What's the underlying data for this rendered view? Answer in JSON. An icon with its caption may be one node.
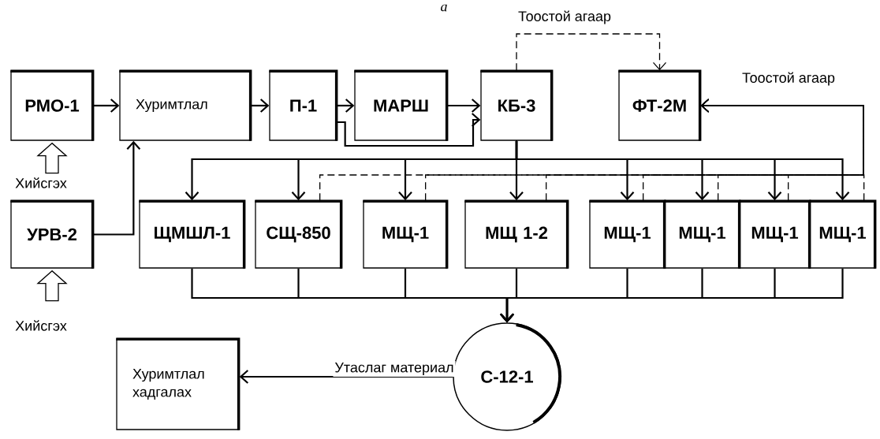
{
  "diagram": {
    "nodes": [
      {
        "text": [
          "РМО-1"
        ]
      },
      {
        "text": [
          "Хуримтлал"
        ]
      },
      {
        "text": [
          "П-1"
        ]
      },
      {
        "text": [
          "МАРШ"
        ]
      },
      {
        "text": [
          "КБ-3"
        ]
      },
      {
        "text": [
          "ФТ-2М"
        ]
      },
      {
        "text": [
          "УРВ-2"
        ]
      },
      {
        "text": [
          "ЩМШЛ-1"
        ]
      },
      {
        "text": [
          "СЩ-850"
        ]
      },
      {
        "text": [
          "МЩ-1"
        ]
      },
      {
        "text": [
          "МЩ 1-2"
        ]
      },
      {
        "text": [
          "МЩ-1"
        ]
      },
      {
        "text": [
          "МЩ-1"
        ]
      },
      {
        "text": [
          "МЩ-1"
        ]
      },
      {
        "text": [
          "МЩ-1"
        ]
      },
      {
        "text": [
          "С-12-1"
        ]
      },
      {
        "text": [
          "Хуримтлал хадгалах"
        ]
      }
    ],
    "edges": [
      {
        "from": 0,
        "to": 1,
        "arrow": "to"
      },
      {
        "from": 1,
        "to": 2,
        "arrow": "to"
      },
      {
        "from": 2,
        "to": 3,
        "arrow": "to"
      },
      {
        "from": 3,
        "to": 4,
        "arrow": "to"
      },
      {
        "from": 2,
        "to": 4,
        "arrow": "to"
      },
      {
        "from": 6,
        "to": 1,
        "arrow": "to"
      },
      {
        "from": 4,
        "to": 7,
        "arrow": "to"
      },
      {
        "from": 4,
        "to": 8,
        "arrow": "to"
      },
      {
        "from": 4,
        "to": 9,
        "arrow": "to"
      },
      {
        "from": 4,
        "to": 10,
        "arrow": "to"
      },
      {
        "from": 4,
        "to": 11,
        "arrow": "to"
      },
      {
        "from": 4,
        "to": 12,
        "arrow": "to"
      },
      {
        "from": 4,
        "to": 13,
        "arrow": "to"
      },
      {
        "from": 4,
        "to": 14,
        "arrow": "to"
      },
      {
        "from": 4,
        "to": 5,
        "arrow": "to",
        "style": "dashed",
        "label": "Тоостой агаар"
      },
      {
        "from": 8,
        "to": 5,
        "arrow": "to",
        "style": "dashed"
      },
      {
        "from": 9,
        "to": 5,
        "arrow": "to",
        "style": "dashed"
      },
      {
        "from": 10,
        "to": 5,
        "arrow": "to",
        "style": "dashed"
      },
      {
        "from": 11,
        "to": 5,
        "arrow": "to",
        "style": "dashed"
      },
      {
        "from": 12,
        "to": 5,
        "arrow": "to",
        "style": "dashed"
      },
      {
        "from": 13,
        "to": 5,
        "arrow": "to",
        "style": "dashed"
      },
      {
        "from": 14,
        "to": 5,
        "arrow": "to",
        "style": "dashed",
        "label": "Тоостой агаар"
      },
      {
        "from": 7,
        "to": 15,
        "arrow": "to"
      },
      {
        "from": 8,
        "to": 15,
        "arrow": "to"
      },
      {
        "from": 9,
        "to": 15,
        "arrow": "to"
      },
      {
        "from": 10,
        "to": 15,
        "arrow": "to"
      },
      {
        "from": 11,
        "to": 15,
        "arrow": "to"
      },
      {
        "from": 12,
        "to": 15,
        "arrow": "to"
      },
      {
        "from": 13,
        "to": 15,
        "arrow": "to"
      },
      {
        "from": 14,
        "to": 15,
        "arrow": "to"
      },
      {
        "from": 15,
        "to": 16,
        "arrow": "to",
        "label": "Утаслаг материал"
      },
      {
        "from": null,
        "to": 0,
        "arrow": "to"
      },
      {
        "from": null,
        "to": 6,
        "arrow": "to"
      }
    ],
    "labels": [
      "a",
      "Хийсгэх",
      "Хийсгэх"
    ]
  }
}
